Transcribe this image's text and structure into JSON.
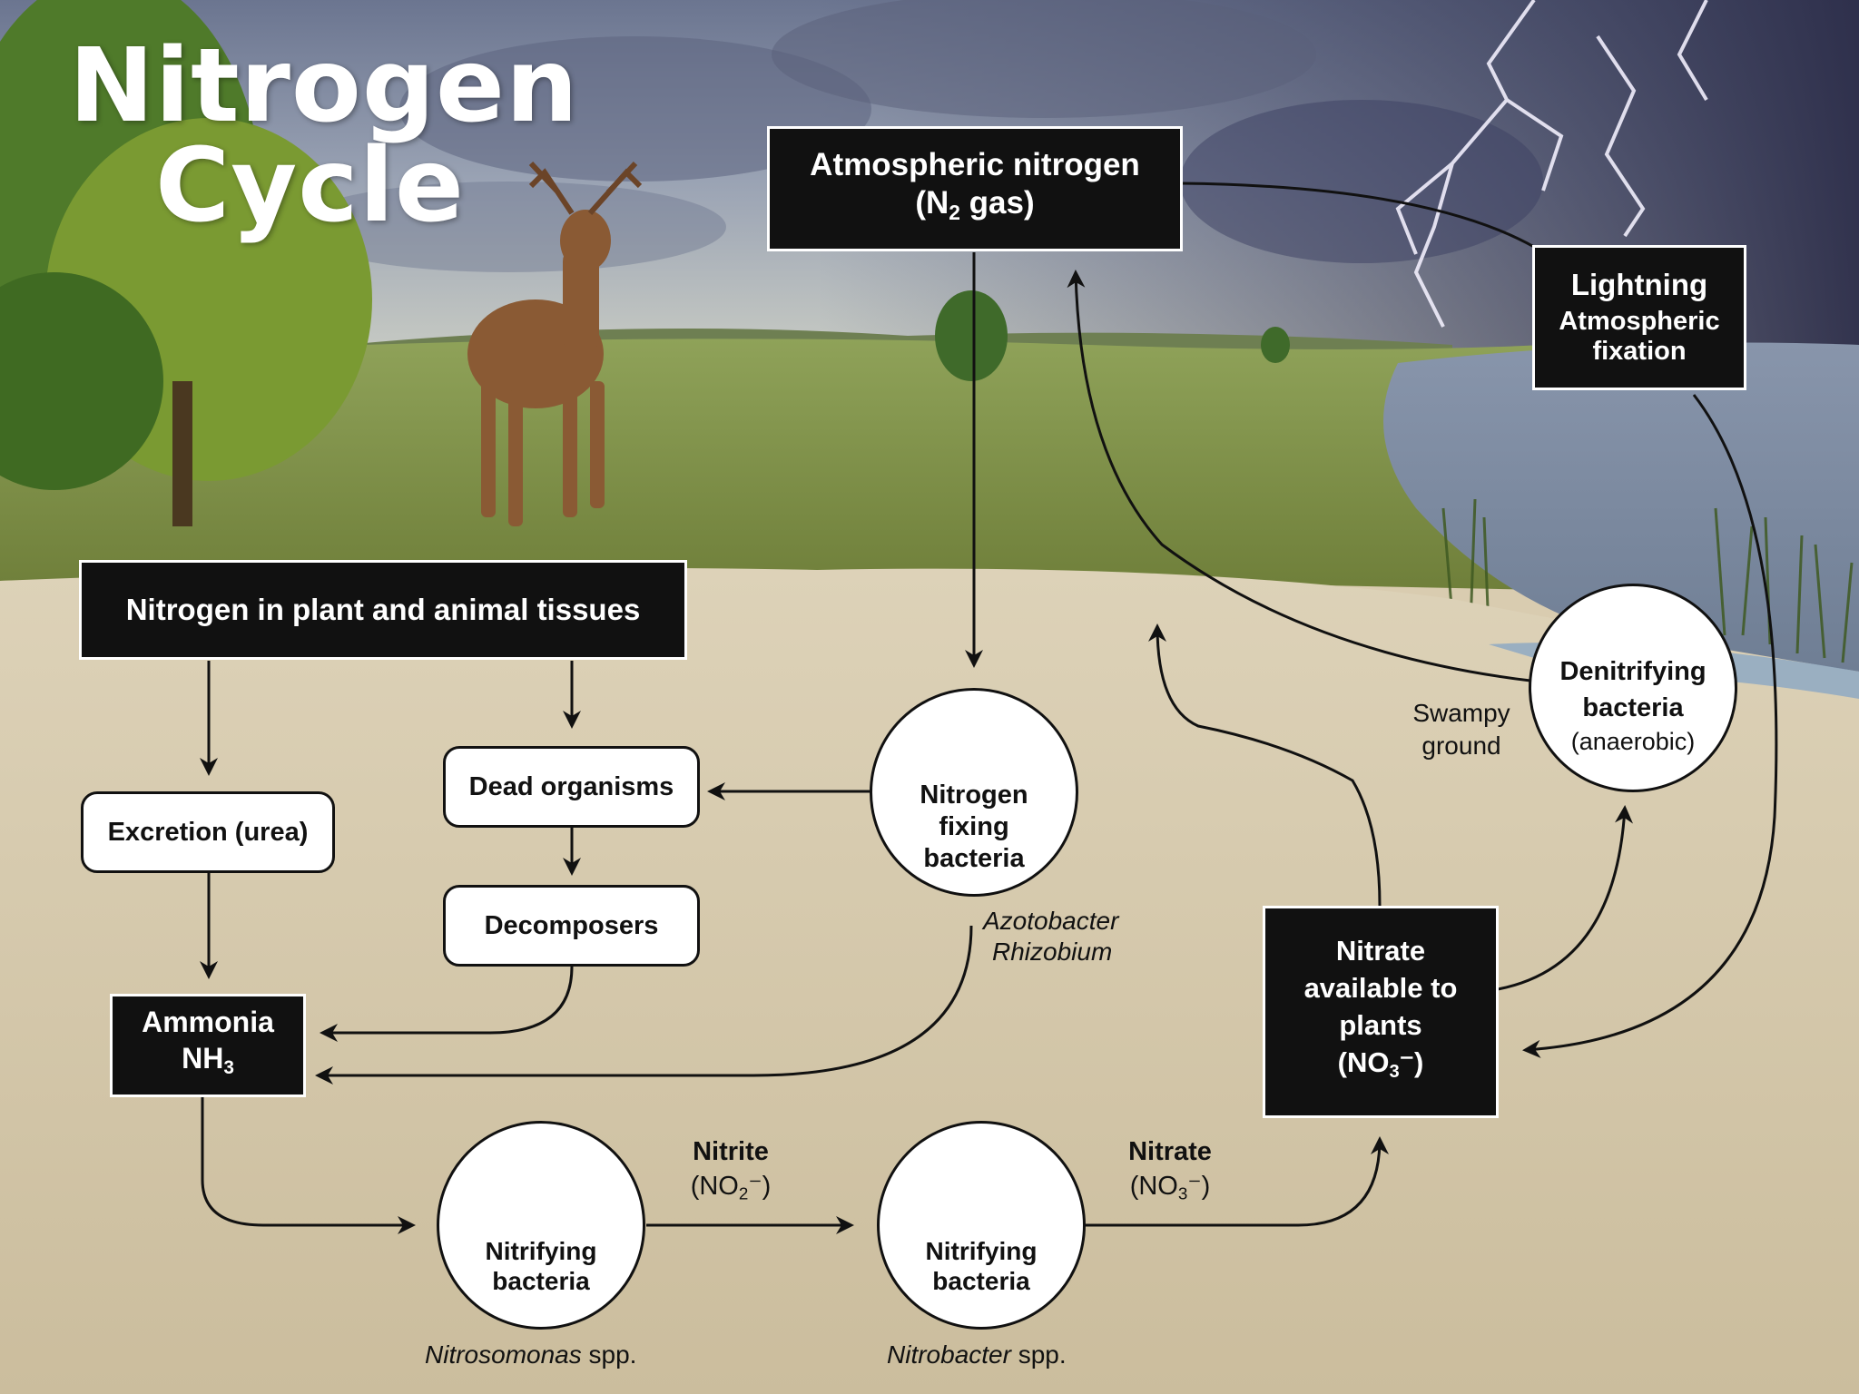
{
  "title": {
    "line1": "Nitrogen",
    "line2": "Cycle"
  },
  "nodes": {
    "atmospheric": {
      "line1": "Atmospheric nitrogen",
      "line2_pre": "(N",
      "line2_sub": "2",
      "line2_post": " gas)"
    },
    "lightning": {
      "title": "Lightning",
      "line1": "Atmospheric",
      "line2": "fixation"
    },
    "tissues": {
      "label": "Nitrogen in plant and animal tissues"
    },
    "excretion": {
      "label": "Excretion (urea)"
    },
    "dead": {
      "label": "Dead organisms"
    },
    "decomposers": {
      "label": "Decomposers"
    },
    "ammonia": {
      "line1": "Ammonia",
      "line2_pre": "NH",
      "line2_sub": "3"
    },
    "nitrate_box": {
      "line1": "Nitrate",
      "line2": "available to",
      "line3": "plants",
      "line4_pre": "(NO",
      "line4_sub": "3",
      "line4_post": "⁻)"
    }
  },
  "bacteria": {
    "fixing": {
      "line1": "Nitrogen",
      "line2": "fixing",
      "line3": "bacteria",
      "color": "#8a5a12",
      "species1": "Azotobacter",
      "species2": "Rhizobium"
    },
    "denitrifying": {
      "line1": "Denitrifying",
      "line2": "bacteria",
      "line3": "(anaerobic)",
      "color": "#1646d8"
    },
    "nitrifying1": {
      "line1": "Nitrifying",
      "line2": "bacteria",
      "color": "#e01818",
      "species": "Nitrosomonas",
      "suffix": " spp."
    },
    "nitrifying2": {
      "line1": "Nitrifying",
      "line2": "bacteria",
      "color": "#f2b60f",
      "species": "Nitrobacter",
      "suffix": " spp."
    }
  },
  "labels": {
    "swampy1": "Swampy",
    "swampy2": "ground",
    "nitrite": {
      "word": "Nitrite",
      "pre": "(NO",
      "sub": "2",
      "post": "⁻)"
    },
    "nitrate": {
      "word": "Nitrate",
      "pre": "(NO",
      "sub": "3",
      "post": "⁻)"
    }
  },
  "colors": {
    "sky": "#4f5a78",
    "grass": "#8a9a4a",
    "ground": "#d9ccb0",
    "water": "#7f8fa4",
    "deer": "#8a5a34"
  }
}
